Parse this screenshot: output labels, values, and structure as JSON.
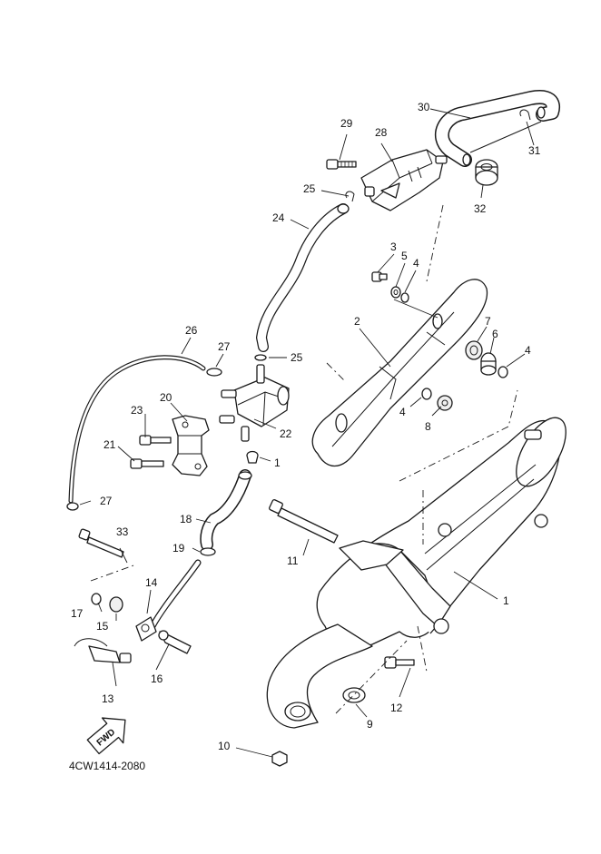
{
  "diagram": {
    "code": "4CW1414-2080",
    "fwd_label": "FWD",
    "callouts": {
      "c1a": "1",
      "c1b": "1",
      "c2": "2",
      "c3": "3",
      "c4a": "4",
      "c4b": "4",
      "c4c": "4",
      "c5": "5",
      "c6": "6",
      "c7": "7",
      "c8": "8",
      "c9": "9",
      "c10": "10",
      "c11": "11",
      "c12": "12",
      "c13": "13",
      "c14": "14",
      "c15": "15",
      "c16": "16",
      "c17": "17",
      "c18": "18",
      "c19": "19",
      "c20": "20",
      "c21": "21",
      "c22": "22",
      "c23": "23",
      "c24": "24",
      "c25a": "25",
      "c25b": "25",
      "c26": "26",
      "c27a": "27",
      "c27b": "27",
      "c28": "28",
      "c29": "29",
      "c30": "30",
      "c31": "31",
      "c32": "32",
      "c33": "33"
    }
  }
}
